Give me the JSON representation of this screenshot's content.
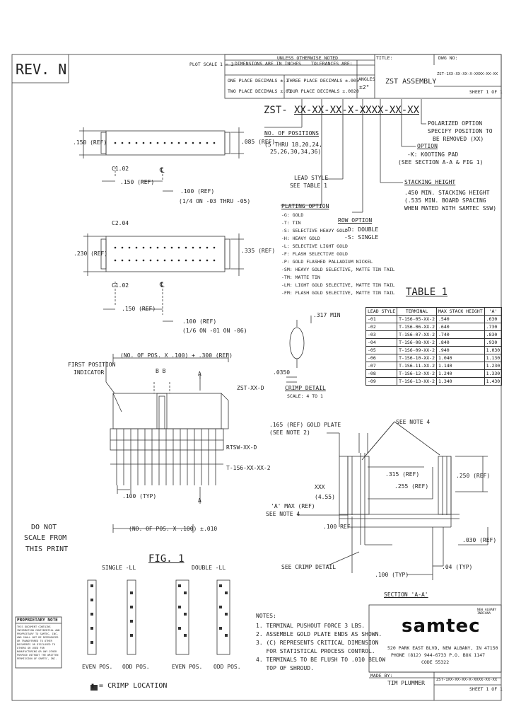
{
  "title_block": {
    "rev_label": "REV. N",
    "plot_scale": "PLOT SCALE 1 = 3",
    "tolerance_header": "UNLESS OTHERWISE NOTED",
    "dimension_note": "DIMENSIONS ARE IN INCHES",
    "tolerances_are": "TOLERANCES ARE:",
    "one_place": "ONE PLACE DECIMALS ±.1",
    "two_place": "TWO PLACE DECIMALS ±.01",
    "three_place": "THREE PLACE DECIMALS ±.005",
    "four_place": "FOUR PLACE DECIMALS ±.0020",
    "angles_label": "ANGLES",
    "angles_value": "±2°",
    "title_label": "TITLE:",
    "title": "ZST ASSEMBLY",
    "dwg_label": "DWG NO:",
    "dwg_no": "ZST-1XX-XX-XX-X-XXXX-XX-XX",
    "sheet": "SHEET 1 OF 1"
  },
  "part_number": {
    "prefix": "ZST-",
    "code": "XX-XX-XX-X-XXXX-XX-XX"
  },
  "options": {
    "positions_title": "NO. OF POSITIONS",
    "positions_values": [
      "(5 THRU 18,20,24,",
      "25,26,30,34,36)"
    ],
    "polarized": [
      "POLARIZED OPTION",
      "SPECIFY POSITION TO",
      "BE REMOVED (XX)"
    ],
    "option_title": "OPTION",
    "option_values": [
      "-K: KOOTING PAD",
      "(SEE SECTION A-A & FIG 1)"
    ],
    "stacking_title": "STACKING HEIGHT",
    "stacking_values": [
      ".450 MIN. STACKING HEIGHT",
      "(.535 MIN. BOARD SPACING",
      "WHEN MATED WITH SAMTEC SSW)"
    ],
    "lead_style": [
      "LEAD STYLE",
      "SEE TABLE 1"
    ],
    "row_title": "ROW OPTION",
    "row_values": [
      "-D: DOUBLE",
      "-S: SINGLE"
    ],
    "plating_title": "PLATING OPTION",
    "plating_values": [
      "-G: GOLD",
      "-T: TIN",
      "-S: SELECTIVE HEAVY GOLD",
      "-H: HEAVY GOLD",
      "-L: SELECTIVE LIGHT GOLD",
      "-F: FLASH SELECTIVE GOLD",
      "-P: GOLD FLASHED PALLADIUM NICKEL",
      "-SM: HEAVY GOLD SELECTIVE, MATTE TIN TAIL",
      "-TM: MATTE TIN",
      "-LM: LIGHT GOLD SELECTIVE, MATTE TIN TAIL",
      "-FM: FLASH GOLD SELECTIVE, MATTE TIN TAIL"
    ]
  },
  "table1": {
    "title": "TABLE 1",
    "headers": [
      "LEAD STYLE",
      "TERMINAL",
      "MAX STACK HEIGHT",
      "'A'"
    ],
    "rows": [
      [
        "-01",
        "T-1S6-05-XX-2",
        ".540",
        ".630"
      ],
      [
        "-02",
        "T-1S6-06-XX-2",
        ".640",
        ".730"
      ],
      [
        "-03",
        "T-1S6-07-XX-2",
        ".740",
        ".830"
      ],
      [
        "-04",
        "T-1S6-08-XX-2",
        ".840",
        ".930"
      ],
      [
        "-05",
        "T-1S6-09-XX-2",
        ".940",
        "1.030"
      ],
      [
        "-06",
        "T-1S6-10-XX-2",
        "1.040",
        "1.130"
      ],
      [
        "-07",
        "T-1S6-11-XX-2",
        "1.140",
        "1.230"
      ],
      [
        "-08",
        "T-1S6-12-XX-2",
        "1.240",
        "1.330"
      ],
      [
        "-09",
        "T-1S6-13-XX-2",
        "1.340",
        "1.430"
      ]
    ]
  },
  "dims": {
    "d150": ".150 (REF)",
    "d085": ".085 (REF)",
    "c102_a": "C1.02",
    "c102_b": "C1.02",
    "c204": "C2.04",
    "d150b": ".150 (REF)",
    "d100_a": ".100 (REF)",
    "d100_a2": "(1/4 ON -03 THRU -05)",
    "d230": ".230 (REF)",
    "d335": ".335 (REF)",
    "d150c": ".150 (REF)",
    "d100_b": ".100 (REF)",
    "d100_b2": "(1/6 ON -01 ON -06)",
    "cl1": "℄",
    "cl2": "℄",
    "no_pos_top": "(NO. OF POS. X .100) + .300 (REF)",
    "first_pos": [
      "FIRST POSITION",
      "INDICATOR"
    ],
    "bb": "B   B",
    "aa": "A",
    "zst_label": "ZST-XX-D",
    "strip_label": "RTSW-XX-D",
    "term_label": "T-1S6-XX-XX-2",
    "d100_typ": ".100 (TYP)",
    "no_pos_bottom": "(NO. OF POS. X .100) ±.010",
    "crimp_a": ".317 MIN",
    "crimp_b": ".0350",
    "crimp_title": "CRIMP DETAIL",
    "crimp_scale": "SCALE: 4 TO 1",
    "gold_plate": [
      ".165 (REF) GOLD PLATE",
      "(SEE NOTE 2)"
    ],
    "see_note4_top": "SEE NOTE 4",
    "d315": ".315 (REF)",
    "d250": ".250 (REF)",
    "d255": ".255 (REF)",
    "xxx": "XXX",
    "xxx2": "(4.55)",
    "max_ref": "'A' MAX (REF)",
    "see_note4_left": "SEE NOTE 4",
    "d100_ref": ".100 REF.",
    "d030": ".030 (REF)",
    "see_crimp": "SEE CRIMP DETAIL",
    "d100_typ2": ".100 (TYP)",
    "d04": ".04 (TYP)",
    "section": "SECTION 'A-A'",
    "do_not_scale": [
      "DO NOT",
      "SCALE FROM",
      "THIS PRINT"
    ]
  },
  "fig1": {
    "title": "FIG. 1",
    "single": "SINGLE -LL",
    "double": "DOUBLE -LL",
    "labels": [
      "EVEN POS.",
      "ODD POS.",
      "EVEN POS.",
      "ODD POS."
    ],
    "legend": "▮ = CRIMP LOCATION"
  },
  "proprietary": {
    "title": "PROPRIETARY NOTE",
    "text": "THIS DOCUMENT CONTAINS INFORMATION CONFIDENTIAL AND PROPRIETARY TO SAMTEC, INC. AND SHALL NOT BE REPRODUCED OR TRANSFERRED TO OTHER DOCUMENTS OR DISCLOSED TO OTHERS OR USED FOR MANUFACTURING OR ANY OTHER PURPOSE WITHOUT THE WRITTEN PERMISSION OF SAMTEC, INC."
  },
  "notes": {
    "title": "NOTES:",
    "items": [
      "1. TERMINAL PUSHOUT FORCE 3 LBS.",
      "2. ASSEMBLE GOLD PLATE ENDS AS SHOWN.",
      "3. (C) REPRESENTS CRITICAL DIMENSION",
      "   FOR STATISTICAL PROCESS CONTROL.",
      "4. TERMINALS TO BE FLUSH TO .010 BELOW",
      "   TOP OF SHROUD."
    ]
  },
  "company": {
    "logo": "samtec",
    "address": "520 PARK EAST BLVD, NEW ALBANY, IN 47150",
    "phone": "PHONE (812) 944-6733  P.O. BOX 1147",
    "code": "CODE 55322",
    "reg": "NEW ALBANY\nINDIANA",
    "made_by_label": "MADE BY:",
    "made_by": "TIM PLUMMER",
    "dwg2": "ZST-1XX-XX-XX-X-XXXX-XX-XX",
    "sheet2": "SHEET 1 OF 1"
  }
}
